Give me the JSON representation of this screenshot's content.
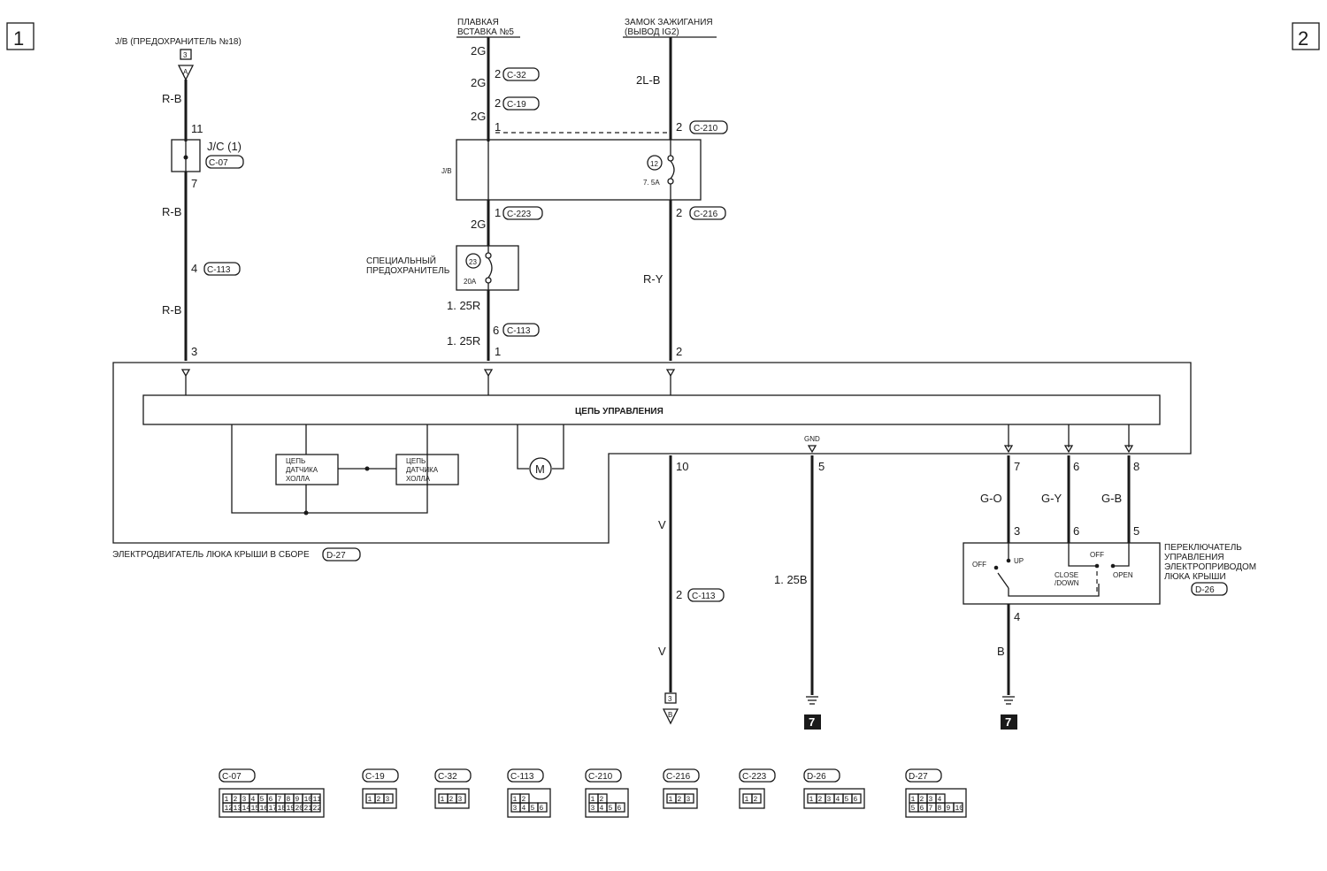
{
  "pages": {
    "left": "1",
    "right": "2"
  },
  "jb_fuse18": {
    "label": "J/B (ПРЕДОХРАНИТЕЛЬ №18)",
    "tag": "3",
    "conn": "A"
  },
  "fusible_link5": {
    "line1": "ПЛАВКАЯ",
    "line2": "ВСТАВКА №5"
  },
  "ignition": {
    "line1": "ЗАМОК ЗАЖИГАНИЯ",
    "line2": "(ВЫВОД IG2)"
  },
  "wires": {
    "rb1": "R-B",
    "rb2": "R-B",
    "rb3": "R-B",
    "g2_1": "2G",
    "g2_2": "2G",
    "g2_3": "2G",
    "g2_4": "2G",
    "r125_1": "1. 25R",
    "r125_2": "1. 25R",
    "l2b": "2L-B",
    "ry": "R-Y",
    "v1": "V",
    "v2": "V",
    "b125": "1. 25B",
    "go": "G-O",
    "gy": "G-Y",
    "gb": "G-B",
    "b": "B"
  },
  "pins": {
    "p11": "11",
    "p7a": "7",
    "p4a": "4",
    "p3a": "3",
    "p2_c32": "2",
    "p2_c19": "2",
    "p1_jb": "1",
    "p1_c223": "1",
    "p6_c113": "6",
    "p1_mot": "1",
    "p2_c210": "2",
    "p2_c216": "2",
    "p2_mot": "2",
    "p10": "10",
    "p5": "5",
    "p7b": "7",
    "p6b": "6",
    "p8": "8",
    "p2_c113": "2",
    "sw3": "3",
    "sw6": "6",
    "sw5": "5",
    "sw4": "4"
  },
  "connectors": {
    "c07": "C-07",
    "c113a": "C-113",
    "c32": "C-32",
    "c19": "C-19",
    "c223": "C-223",
    "c113b": "C-113",
    "c210": "C-210",
    "c216": "C-216",
    "c113c": "C-113",
    "d27": "D-27",
    "d26": "D-26"
  },
  "jc1": {
    "label": "J/C (1)"
  },
  "jb_box": {
    "label": "J/B"
  },
  "fuse12": {
    "num": "12",
    "rating": "7. 5A"
  },
  "special_fuse": {
    "line1": "СПЕЦИАЛЬНЫЙ",
    "line2": "ПРЕДОХРАНИТЕЛЬ",
    "num": "23",
    "rating": "20A"
  },
  "control_circuit": "ЦЕПЬ УПРАВЛЕНИЯ",
  "hall1": {
    "l1": "ЦЕПЬ",
    "l2": "ДАТЧИКА",
    "l3": "ХОЛЛА"
  },
  "hall2": {
    "l1": "ЦЕПЬ",
    "l2": "ДАТЧИКА",
    "l3": "ХОЛЛА"
  },
  "motor_symbol": "M",
  "gnd": "GND",
  "motor_assembly": "ЭЛЕКТРОДВИГАТЕЛЬ ЛЮКА КРЫШИ В СБОРЕ",
  "switch": {
    "off1": "OFF",
    "up": "UP",
    "off2": "OFF",
    "close1": "CLOSE",
    "close2": "/DOWN",
    "open": "OPEN",
    "l1": "ПЕРЕКЛЮЧАТЕЛЬ",
    "l2": "УПРАВЛЕНИЯ",
    "l3": "ЭЛЕКТРОПРИВОДОМ",
    "l4": "ЛЮКА КРЫШИ"
  },
  "ground_ref": {
    "tag": "3",
    "conn": "B",
    "g1": "7",
    "g2": "7"
  },
  "connector_legend": [
    {
      "name": "C-07",
      "row1": [
        "1",
        "2",
        "3",
        "4",
        "5",
        "6",
        "7",
        "8",
        "9",
        "10",
        "11"
      ],
      "row2": [
        "12",
        "13",
        "14",
        "15",
        "16",
        "17",
        "18",
        "19",
        "20",
        "21",
        "22"
      ]
    },
    {
      "name": "C-19",
      "row1": [
        "1",
        "2",
        "3"
      ],
      "row2": []
    },
    {
      "name": "C-32",
      "row1": [
        "1",
        "2",
        "3"
      ],
      "row2": []
    },
    {
      "name": "C-113",
      "row1": [
        "1",
        "2"
      ],
      "row2": [
        "3",
        "4",
        "5",
        "6"
      ]
    },
    {
      "name": "C-210",
      "row1": [
        "1",
        "2"
      ],
      "row2": [
        "3",
        "4",
        "5",
        "6"
      ]
    },
    {
      "name": "C-216",
      "row1": [
        "1",
        "2",
        "3"
      ],
      "row2": []
    },
    {
      "name": "C-223",
      "row1": [
        "1",
        "2"
      ],
      "row2": []
    },
    {
      "name": "D-26",
      "row1": [
        "1",
        "2",
        "3",
        "4",
        "5",
        "6"
      ],
      "row2": []
    },
    {
      "name": "D-27",
      "row1": [
        "1",
        "2",
        "3",
        "4"
      ],
      "row2": [
        "5",
        "6",
        "7",
        "8",
        "9",
        "10"
      ]
    }
  ]
}
